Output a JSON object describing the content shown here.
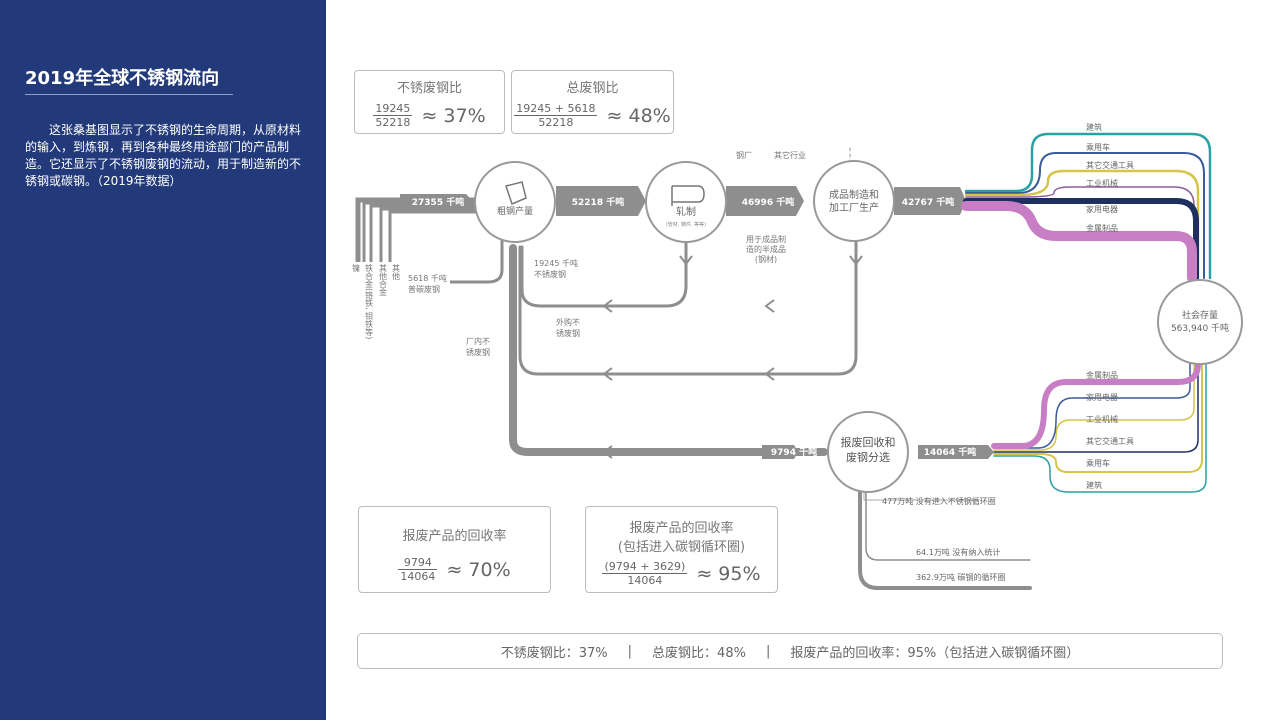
{
  "sidebar": {
    "title": "2019年全球不锈钢流向",
    "description": "这张桑基图显示了不锈钢的生命周期，从原材料的输入，到炼钢，再到各种最终用途部门的产品制造。它还显示了不锈钢废钢的流动，用于制造新的不锈钢或碳钢。（2019年数据）"
  },
  "colors": {
    "sidebar_bg": "#233a7a",
    "flow_gray": "#8e8e8e",
    "pink": "#c77ec4",
    "navy": "#1f3060",
    "teal": "#2aa1a4",
    "yellow": "#d8c447",
    "purple": "#8b5fa0",
    "blue": "#3a5b9e"
  },
  "ratio_boxes": {
    "stainless_scrap": {
      "label": "不锈废钢比",
      "num": "19245",
      "den": "52218",
      "result": "≈ 37%"
    },
    "total_scrap": {
      "label": "总废钢比",
      "num": "19245 + 5618",
      "den": "52218",
      "result": "≈ 48%"
    },
    "recovery": {
      "label": "报废产品的回收率",
      "num": "9794",
      "den": "14064",
      "result": "≈ 70%"
    },
    "recovery_with_carbon": {
      "label": "报废产品的回收率",
      "label2": "(包括进入碳钢循环圈)",
      "num": "(9794 + 3629)",
      "den": "14064",
      "result": "≈ 95%"
    }
  },
  "nodes": {
    "crude": {
      "label": "粗钢产量"
    },
    "rolling": {
      "label": "轧制",
      "sub": "(管材, 铸件, 等等)"
    },
    "fabrication": {
      "line1": "成品制造和",
      "line2": "加工厂生产"
    },
    "society": {
      "line1": "社会存量",
      "line2": "563,940 千吨"
    },
    "recycling": {
      "line1": "报废回收和",
      "line2": "废钢分选"
    }
  },
  "flows": {
    "input": "27355 千吨",
    "crude_out": "52218 千吨",
    "rolled_out": "46996 千吨",
    "fab_out": "42767 千吨",
    "eol_in": "14064 千吨",
    "recycled": "9794 千吨"
  },
  "inputs": {
    "nickel": "镍",
    "others": "其他",
    "ferro_alloys": "铁合金(铬铁, 钼铁等)",
    "other_alloys": "其他合金",
    "carbon_scrap_value": "5618 千吨",
    "carbon_scrap_label": "普碳废钢"
  },
  "annotations": {
    "scrap_in_1": "19245 千吨",
    "scrap_in_2": "不锈废钢",
    "mill": "钢厂",
    "other_industry": "其它行业",
    "semi_1": "用于成品制",
    "semi_2": "造的半成品",
    "semi_3": "(钢材)",
    "external_1": "外购不",
    "external_2": "锈废钢",
    "plant_1": "厂内不",
    "plant_2": "锈废钢"
  },
  "sectors_out": [
    "建筑",
    "乘用车",
    "其它交通工具",
    "工业机械",
    "家用电器",
    "金属制品"
  ],
  "sectors_in": [
    "金属制品",
    "家用电器",
    "工业机械",
    "其它交通工具",
    "乘用车",
    "建筑"
  ],
  "losses": {
    "l1": "477万吨 没有进入不锈钢循环圈",
    "l2": "64.1万吨 没有纳入统计",
    "l3": "362.9万吨 碳钢的循环圈"
  },
  "summary": {
    "item1": "不锈废钢比：37%",
    "item2": "总废钢比：48%",
    "item3": "报废产品的回收率：95%（包括进入碳钢循环圈）",
    "sep": "|"
  }
}
